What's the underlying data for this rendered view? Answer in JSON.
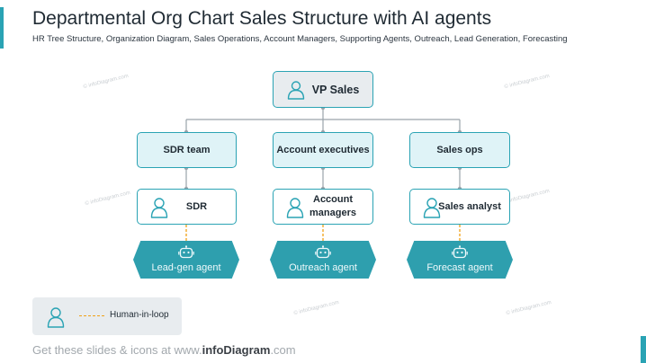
{
  "header": {
    "title": "Departmental Org Chart Sales Structure with AI agents",
    "subtitle": "HR Tree Structure, Organization Diagram, Sales Operations, Account Managers, Supporting Agents, Outreach, Lead Generation, Forecasting"
  },
  "org": {
    "root": {
      "label": "VP Sales",
      "icon": "person-icon"
    },
    "departments": [
      {
        "team": "SDR team",
        "role": "SDR",
        "agent": "Lead-gen agent"
      },
      {
        "team": "Account executives",
        "role": "Account managers",
        "agent": "Outreach agent"
      },
      {
        "team": "Sales ops",
        "role": "Sales analyst",
        "agent": "Forecast agent"
      }
    ]
  },
  "legend": {
    "label": "Human-in-loop",
    "icon": "person-icon"
  },
  "watermark": {
    "text": "© infoDiagram.com"
  },
  "footer": {
    "prefix": "Get these slides & icons at www.",
    "brand": "infoDiagram",
    "suffix": ".com"
  },
  "colors": {
    "accent": "#2aa3b4",
    "agent_fill": "#2e9fae",
    "human_in_loop_dash": "#f0a116",
    "connector": "#9aa3aa"
  }
}
